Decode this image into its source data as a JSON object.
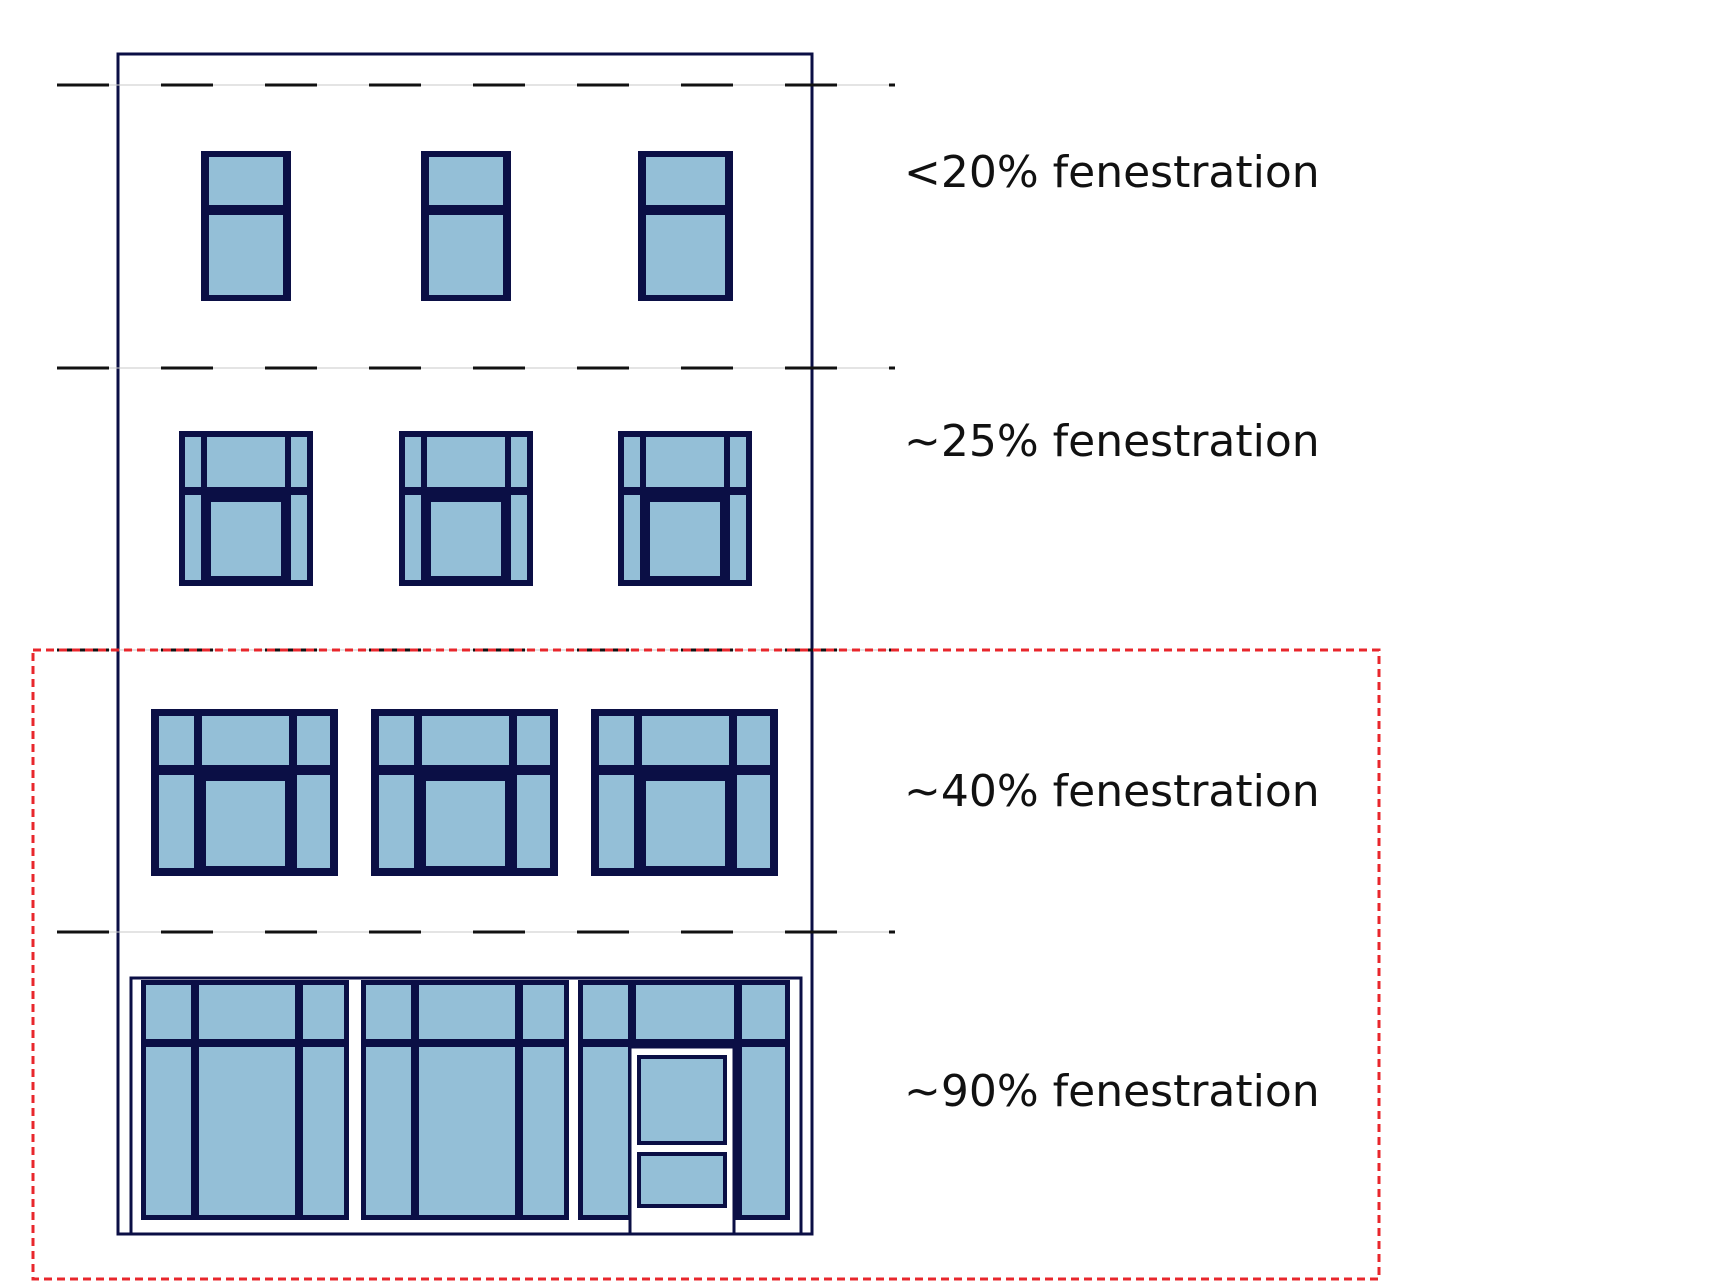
{
  "diagram": {
    "floors": [
      {
        "id": "floor-4",
        "label": "<20% fenestration"
      },
      {
        "id": "floor-3",
        "label": "~25% fenestration"
      },
      {
        "id": "floor-2",
        "label": "~40% fenestration"
      },
      {
        "id": "ground-floor",
        "label": "~90% fenestration"
      }
    ],
    "colors": {
      "frame": "#0b0f45",
      "glass": "#94bfd7",
      "outline": "#0b0f45",
      "highlight": "#e8272c",
      "dash": "#111111",
      "guide": "#c8c8c8"
    }
  }
}
